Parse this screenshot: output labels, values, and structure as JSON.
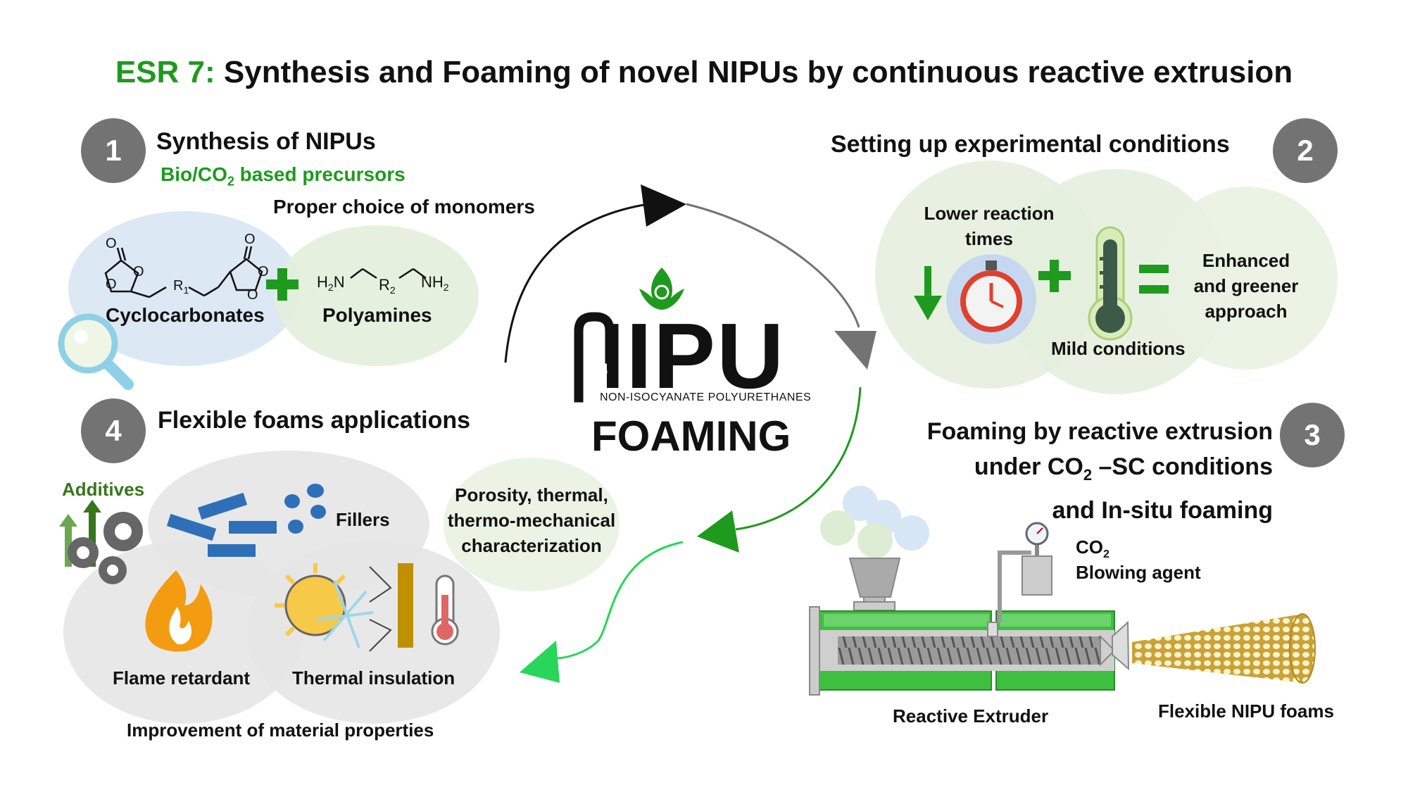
{
  "title": {
    "prefix": "ESR 7:",
    "text": "Synthesis and Foaming of novel NIPUs by continuous reactive extrusion"
  },
  "center": {
    "logo_text": "NIPU",
    "logo_subtitle": "NON-ISOCYANATE POLYURETHANES",
    "foaming": "FOAMING",
    "leaf_icon": "recycle-leaf-icon"
  },
  "section1": {
    "number": "1",
    "heading": "Synthesis of NIPUs",
    "precursors_prefix": "Bio/CO",
    "precursors_sub": "2",
    "precursors_suffix": " based precursors",
    "monomers": "Proper choice of monomers",
    "cyclocarbonates": "Cyclocarbonates",
    "polyamines": "Polyamines",
    "r1": "R",
    "r1_sub": "1",
    "r2": "R",
    "r2_sub": "2",
    "h2n": "H",
    "h2n_sub": "2",
    "h2n_n": "N",
    "nh2": "NH",
    "nh2_sub": "2",
    "o": "O"
  },
  "section2": {
    "number": "2",
    "heading": "Setting up experimental conditions",
    "lower_line1": "Lower reaction",
    "lower_line2": "times",
    "mild": "Mild conditions",
    "enh_line1": "Enhanced",
    "enh_line2": "and greener",
    "enh_line3": "approach"
  },
  "section3": {
    "number": "3",
    "line1": "Foaming by reactive extrusion",
    "line2_prefix": "under CO",
    "line2_sub": "2",
    "line2_suffix": " –SC conditions",
    "line3": "and In-situ foaming",
    "co2": "CO",
    "co2_sub": "2",
    "blowing": "Blowing agent",
    "extruder": "Reactive Extruder",
    "foams": "Flexible NIPU foams"
  },
  "section4": {
    "number": "4",
    "heading": "Flexible foams applications",
    "additives": "Additives",
    "fillers": "Fillers",
    "char_line1": "Porosity, thermal,",
    "char_line2": "thermo-mechanical",
    "char_line3": "characterization",
    "flame": "Flame retardant",
    "insulation": "Thermal insulation",
    "improvement": "Improvement of material properties"
  },
  "colors": {
    "green": "#1e9a1e",
    "gray": "#737373",
    "blue_bubble": "#dce8f4",
    "green_bubble": "#e4efdc"
  }
}
